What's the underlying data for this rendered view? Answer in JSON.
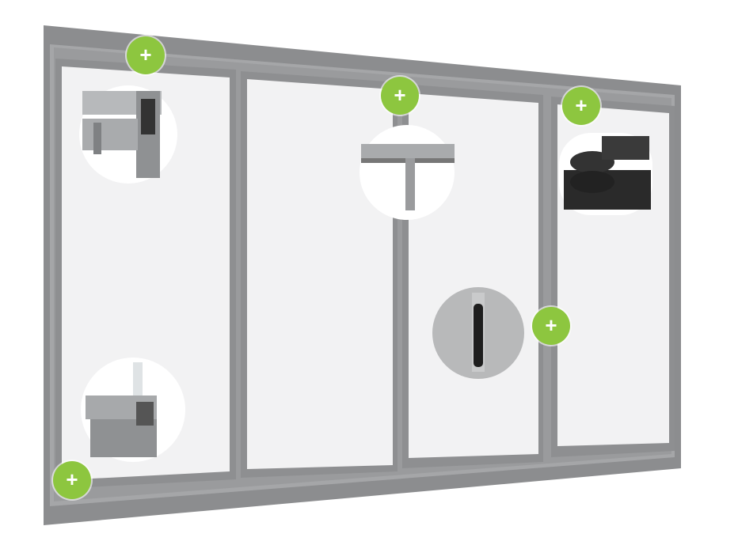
{
  "colors": {
    "accent": "#8dc63f",
    "frame": "#8c8d8f",
    "frame_light": "#a5a6a8",
    "glass": "#f2f2f3",
    "detail_bg": "#ffffff"
  },
  "hotspots": [
    {
      "id": "top-rail",
      "label": "+"
    },
    {
      "id": "center-joint",
      "label": "+"
    },
    {
      "id": "roller-carriage",
      "label": "+"
    },
    {
      "id": "handle",
      "label": "+"
    },
    {
      "id": "bottom-track",
      "label": "+"
    }
  ]
}
